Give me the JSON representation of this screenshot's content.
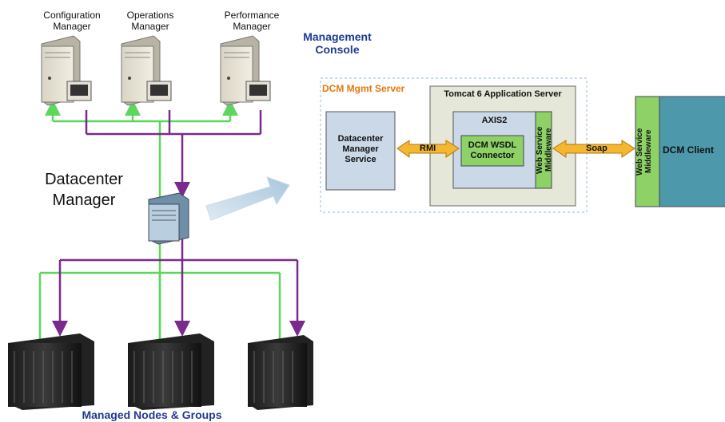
{
  "managers": [
    {
      "label": "Configuration\nManager"
    },
    {
      "label": "Operations\nManager"
    },
    {
      "label": "Performance\nManager"
    }
  ],
  "management_console": "Management\nConsole",
  "datacenter_manager": "Datacenter\nManager",
  "managed_nodes": "Managed Nodes & Groups",
  "dcm_server": {
    "title": "DCM Mgmt Server",
    "service": "Datacenter\nManager\nService",
    "tomcat": "Tomcat 6 Application Server",
    "axis": "AXIS2",
    "connector": "DCM WSDL\nConnector",
    "middleware": "Web Service\nMiddleware"
  },
  "client": {
    "middleware": "Web Service\nMiddleware",
    "label": "DCM Client"
  },
  "arrows": {
    "rmi": "RMI",
    "soap": "Soap"
  },
  "colors": {
    "green": "#5cd65c",
    "purple": "#7a2a8c",
    "blue_title": "#1f3a93",
    "orange": "#e6780a"
  }
}
